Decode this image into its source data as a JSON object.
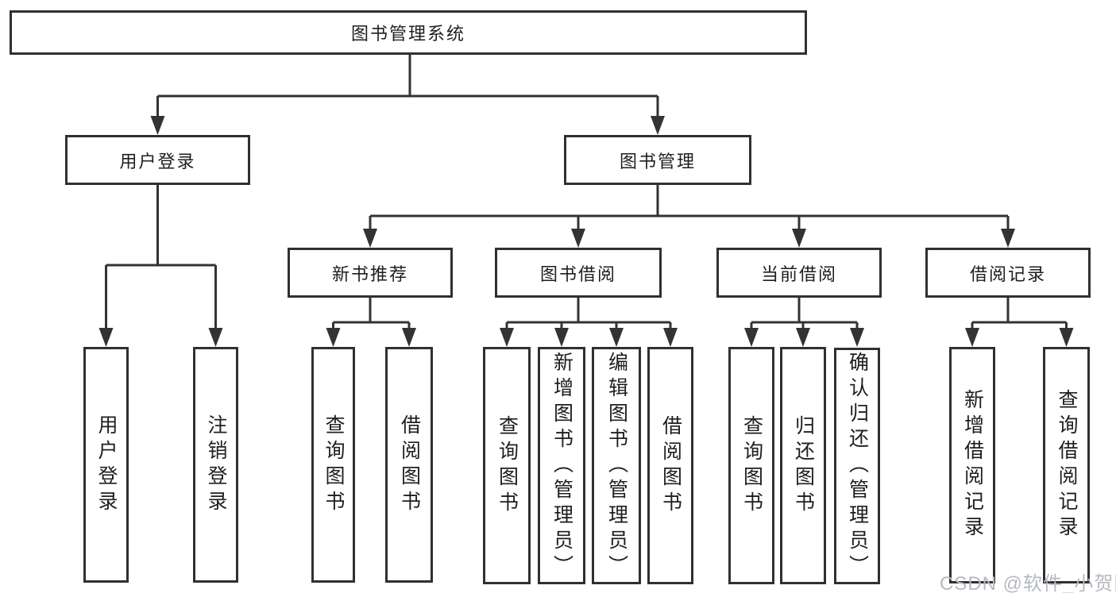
{
  "diagram_type": "hierarchy-tree",
  "colors": {
    "background": "#ffffff",
    "box_border": "#303030",
    "connector_line": "#333333",
    "text": "#1e1e1e",
    "watermark": "#b5b9c0"
  },
  "watermark": "CSDN @软件_小贺同学",
  "tree": {
    "root": {
      "id": "library-system",
      "label": "图书管理系统"
    },
    "level2": [
      {
        "id": "user-login",
        "label": "用户登录",
        "parent": "library-system"
      },
      {
        "id": "book-management",
        "label": "图书管理",
        "parent": "library-system"
      }
    ],
    "level3": [
      {
        "id": "new-book-recommend",
        "label": "新书推荐",
        "parent": "book-management"
      },
      {
        "id": "book-borrowing",
        "label": "图书借阅",
        "parent": "book-management"
      },
      {
        "id": "current-borrowing",
        "label": "当前借阅",
        "parent": "book-management"
      },
      {
        "id": "borrowing-records",
        "label": "借阅记录",
        "parent": "book-management"
      }
    ],
    "leaves": [
      {
        "id": "user-login-leaf",
        "label": "用户登录",
        "parent": "user-login"
      },
      {
        "id": "logout",
        "label": "注销登录",
        "parent": "user-login"
      },
      {
        "id": "query-books-1",
        "label": "查询图书",
        "parent": "new-book-recommend"
      },
      {
        "id": "borrow-books-1",
        "label": "借阅图书",
        "parent": "new-book-recommend"
      },
      {
        "id": "query-books-2",
        "label": "查询图书",
        "parent": "book-borrowing"
      },
      {
        "id": "add-books-admin",
        "label": "新增图书（管理员）",
        "parent": "book-borrowing"
      },
      {
        "id": "edit-books-admin",
        "label": "编辑图书（管理员）",
        "parent": "book-borrowing"
      },
      {
        "id": "borrow-books-2",
        "label": "借阅图书",
        "parent": "book-borrowing"
      },
      {
        "id": "query-books-3",
        "label": "查询图书",
        "parent": "current-borrowing"
      },
      {
        "id": "return-books",
        "label": "归还图书",
        "parent": "current-borrowing"
      },
      {
        "id": "confirm-return-admin",
        "label": "确认归还（管理员）",
        "parent": "current-borrowing"
      },
      {
        "id": "add-borrow-record",
        "label": "新增借阅记录",
        "parent": "borrowing-records"
      },
      {
        "id": "query-borrow-record",
        "label": "查询借阅记录",
        "parent": "borrowing-records"
      }
    ]
  }
}
